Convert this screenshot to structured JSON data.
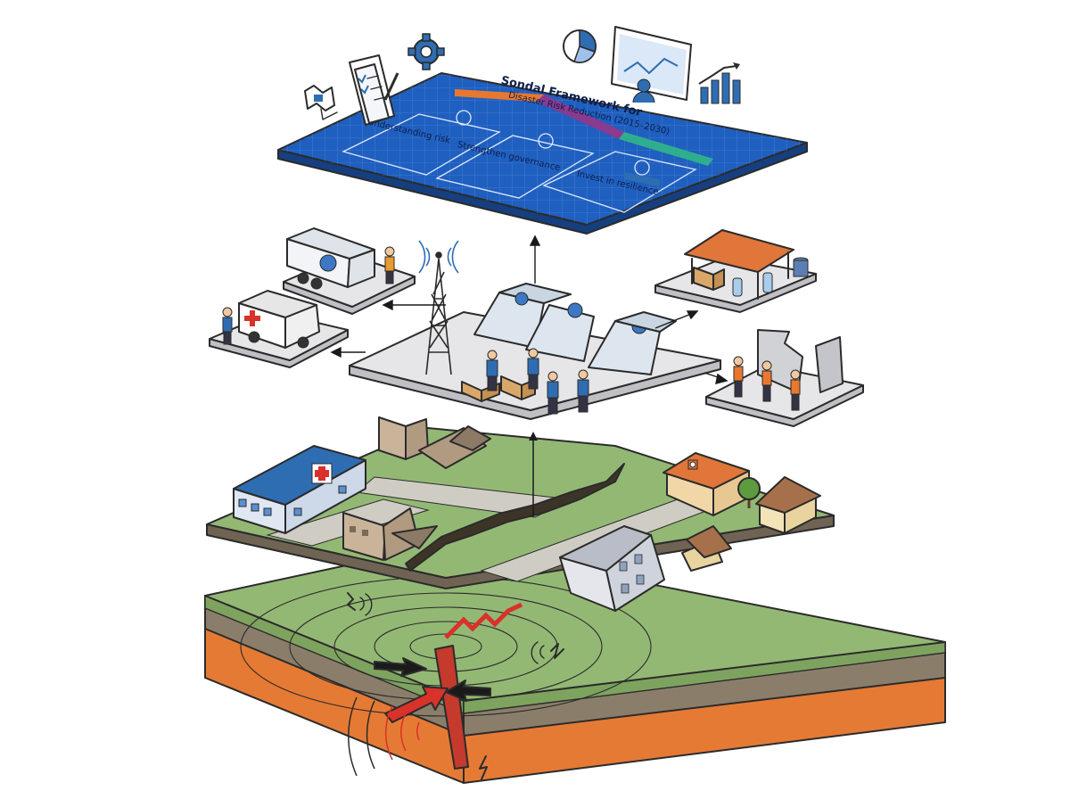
{
  "blueprint": {
    "title": "Sondal Framework for",
    "subtitle": "Disaster Risk Reduction (2015–2030)",
    "priorities": [
      {
        "label": "Understanding risk",
        "color": "#e8782f"
      },
      {
        "label": "Strengthen governance",
        "color": "#8a3a8f"
      },
      {
        "label": "Invest in resilience",
        "color": "#2fae8f"
      }
    ]
  },
  "colors": {
    "blueprint": "#1f5fbf",
    "grass": "#93b874",
    "soil": "#8a7e6a",
    "mantle": "#e57a34",
    "platform": "#e6e6e8",
    "fault": "#d8322a"
  },
  "icons": [
    "gear-icon",
    "checklist-icon",
    "pie-chart-icon",
    "dashboard-icon",
    "bar-chart-icon",
    "map-icon"
  ]
}
